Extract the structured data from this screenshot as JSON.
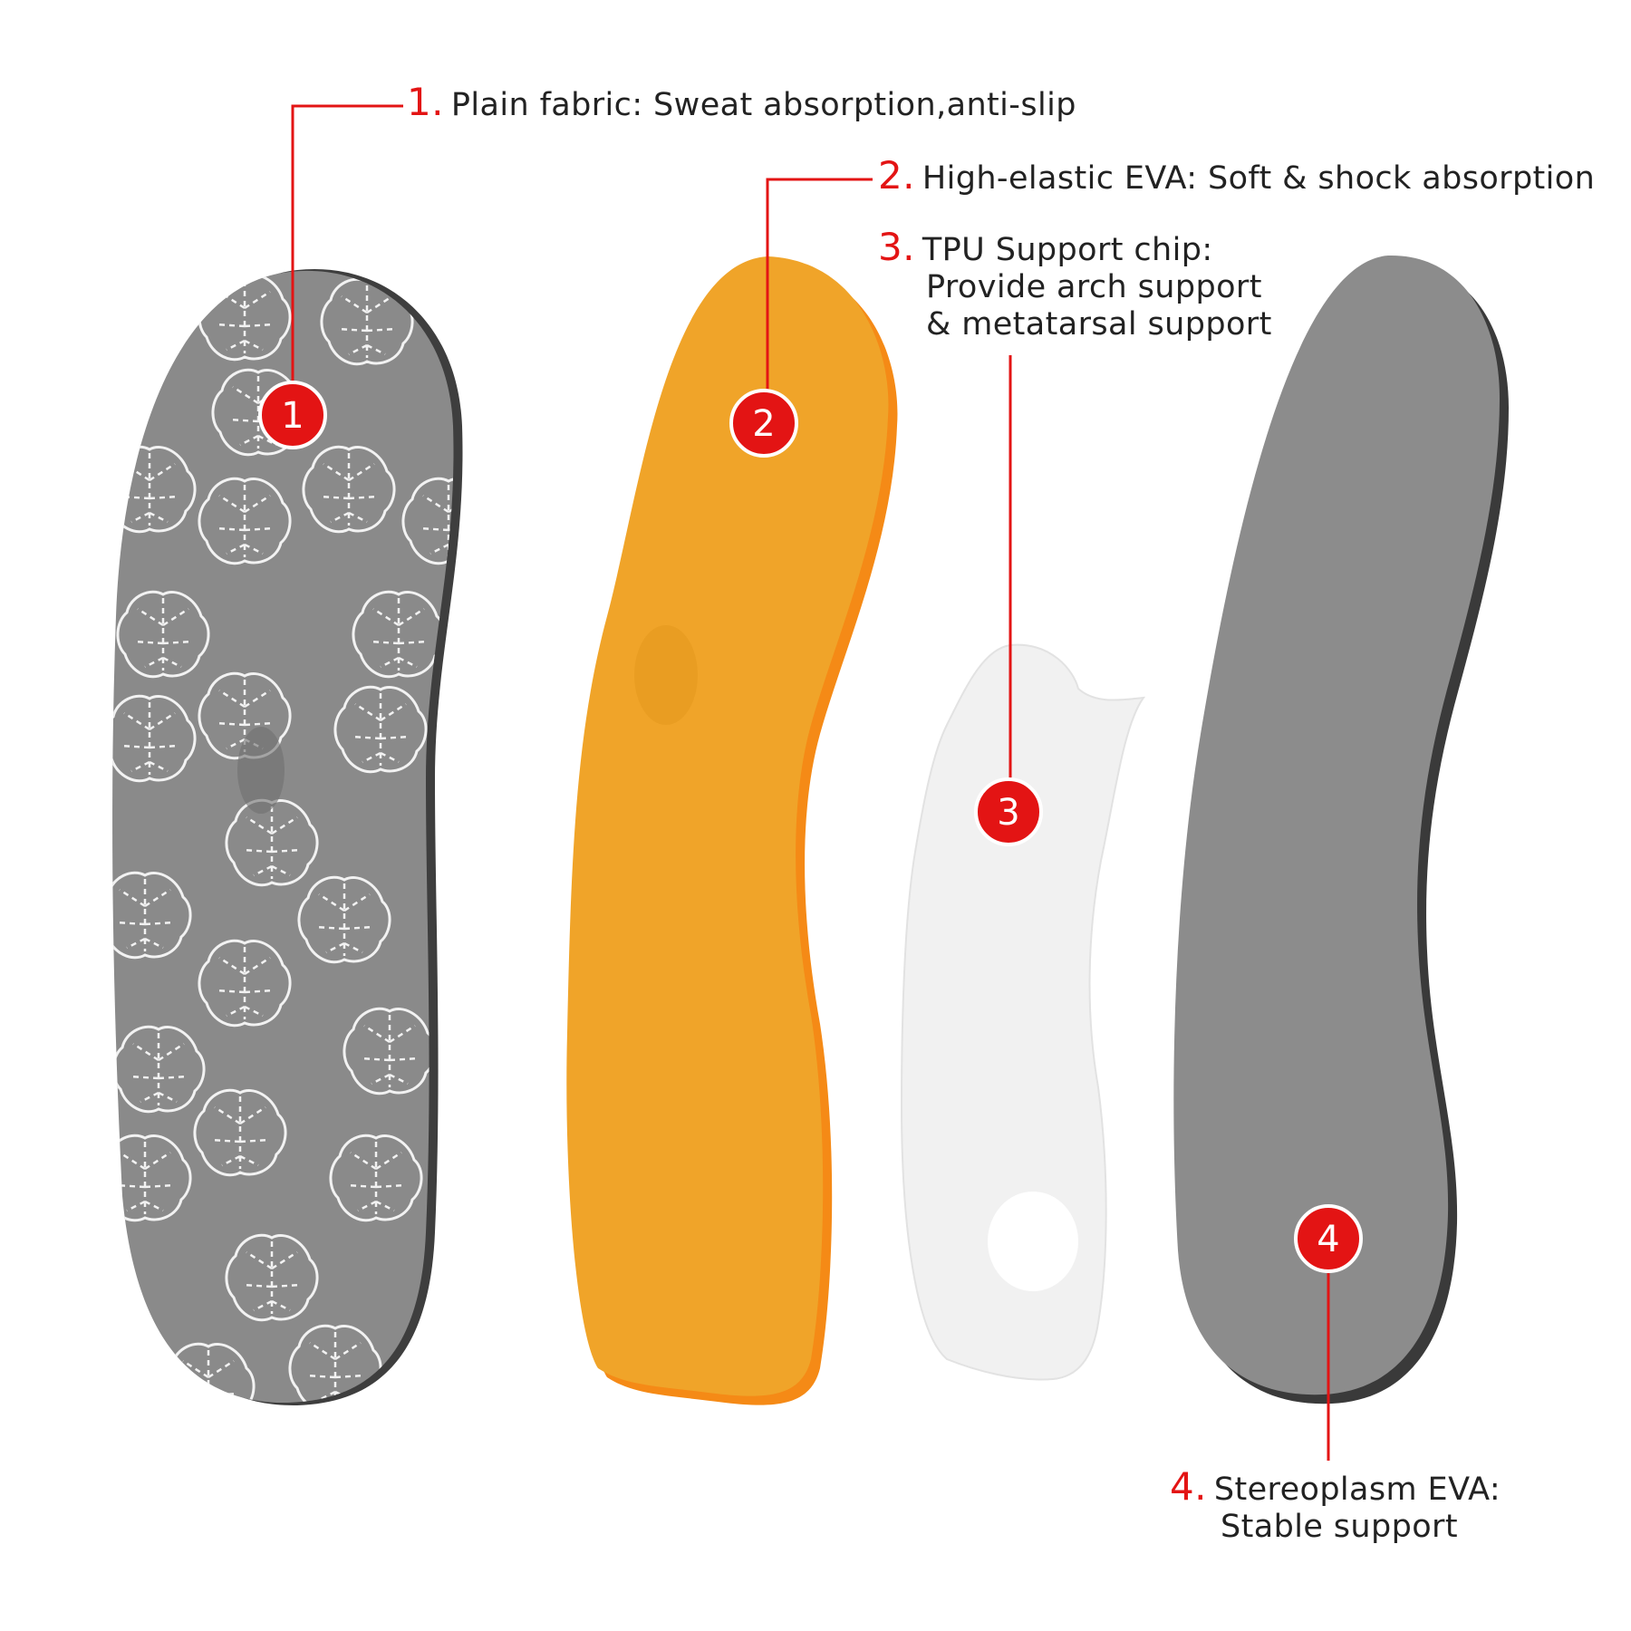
{
  "colors": {
    "accent_red": "#e31414",
    "text": "#222222",
    "insole_gray": "#8c8c8c",
    "insole_dark": "#4a4a4a",
    "eva_orange": "#f0a429",
    "eva_edge": "#f58a16",
    "tpu_white": "#f3f3f3"
  },
  "callouts": [
    {
      "number": "1.",
      "lines": [
        "Plain fabric: Sweat absorption,anti-slip"
      ]
    },
    {
      "number": "2.",
      "lines": [
        "High-elastic EVA: Soft & shock absorption"
      ]
    },
    {
      "number": "3.",
      "lines": [
        "TPU Support chip:",
        "Provide arch support",
        "& metatarsal support"
      ]
    },
    {
      "number": "4.",
      "lines": [
        "Stereoplasm EVA:",
        "Stable support"
      ]
    }
  ],
  "markers": [
    "1",
    "2",
    "3",
    "4"
  ],
  "layers": [
    {
      "name": "plain-fabric-layer",
      "pattern_icon": "monstera-leaf-icon"
    },
    {
      "name": "high-elastic-eva-layer"
    },
    {
      "name": "tpu-support-chip"
    },
    {
      "name": "stereoplasm-eva-layer"
    }
  ]
}
